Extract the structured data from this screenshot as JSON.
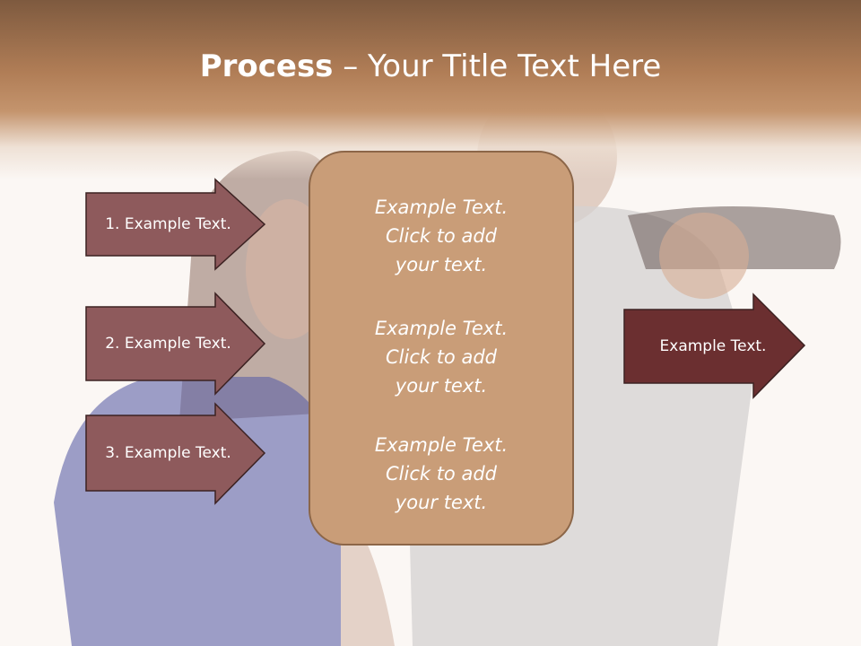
{
  "slide": {
    "title_bold": "Process",
    "title_rest": " – Your Title Text Here"
  },
  "left_arrows": [
    {
      "label": "1. Example Text."
    },
    {
      "label": "2. Example Text."
    },
    {
      "label": "3. Example Text."
    }
  ],
  "center_box": {
    "paragraphs": [
      "Example Text.\nClick  to add\nyour text.",
      "Example Text.\nClick  to add\nyour text.",
      "Example Text.\nClick  to add\nyour text."
    ]
  },
  "right_arrow": {
    "label": "Example Text."
  },
  "colors": {
    "title_band": "#b07d56",
    "left_arrow_fill": "#8e5a5c",
    "right_arrow_fill": "#6b2f30",
    "center_box_fill": "#c99d78",
    "arrow_outline": "#3c2222"
  }
}
